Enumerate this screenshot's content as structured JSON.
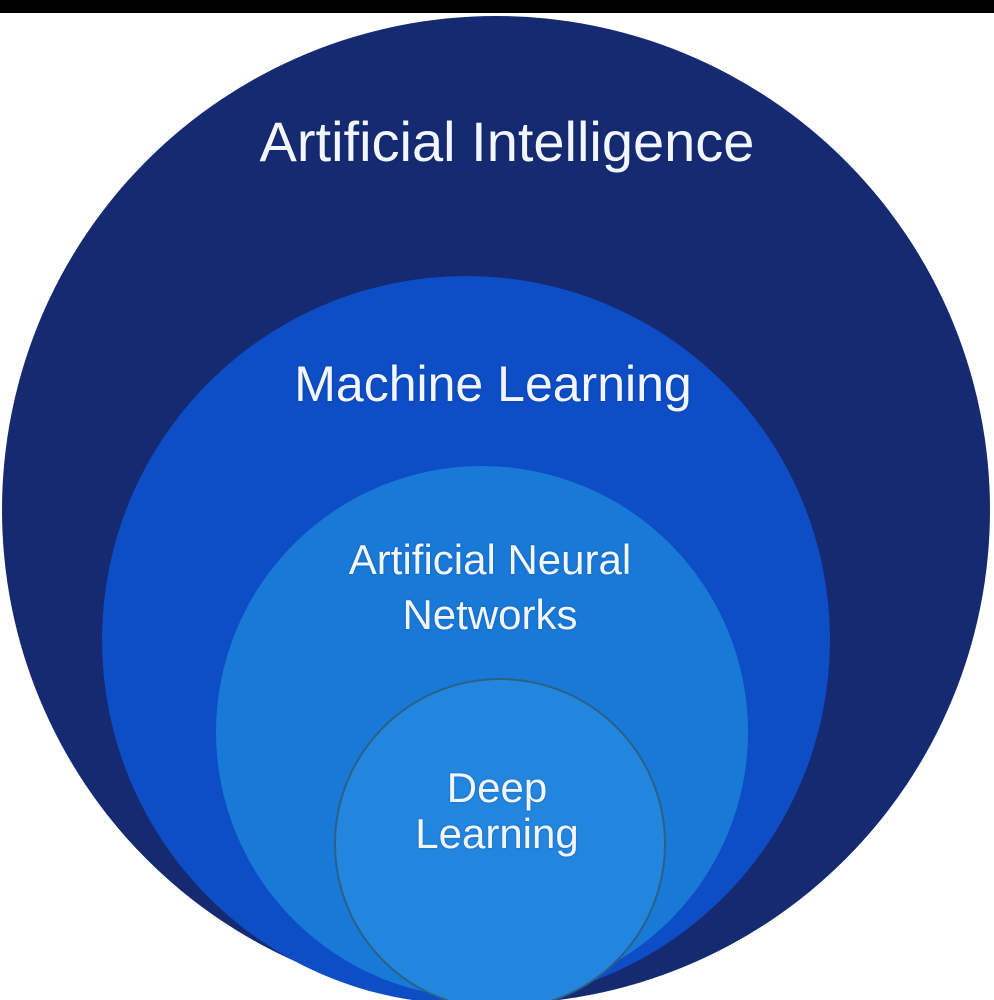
{
  "page": {
    "background_color": "#ffffff",
    "letterbox_color": "#000000"
  },
  "diagram": {
    "type": "nested-circles",
    "description": "Concentric sets, each inner circle contained in the one above it",
    "text_color": "#f2f6fc",
    "rings": [
      {
        "id": "artificial-intelligence",
        "label": "Artificial Intelligence",
        "fill": "#152a70"
      },
      {
        "id": "machine-learning",
        "label": "Machine Learning",
        "fill": "#0d4dc5"
      },
      {
        "id": "artificial-neural-networks",
        "label": "Artificial Neural Networks",
        "line1": "Artificial Neural",
        "line2": "Networks",
        "fill": "#1879d7"
      },
      {
        "id": "deep-learning",
        "label": "Deep Learning",
        "line1": "Deep",
        "line2": "Learning",
        "fill": "#2386de",
        "outline": "#2c6086"
      }
    ]
  }
}
